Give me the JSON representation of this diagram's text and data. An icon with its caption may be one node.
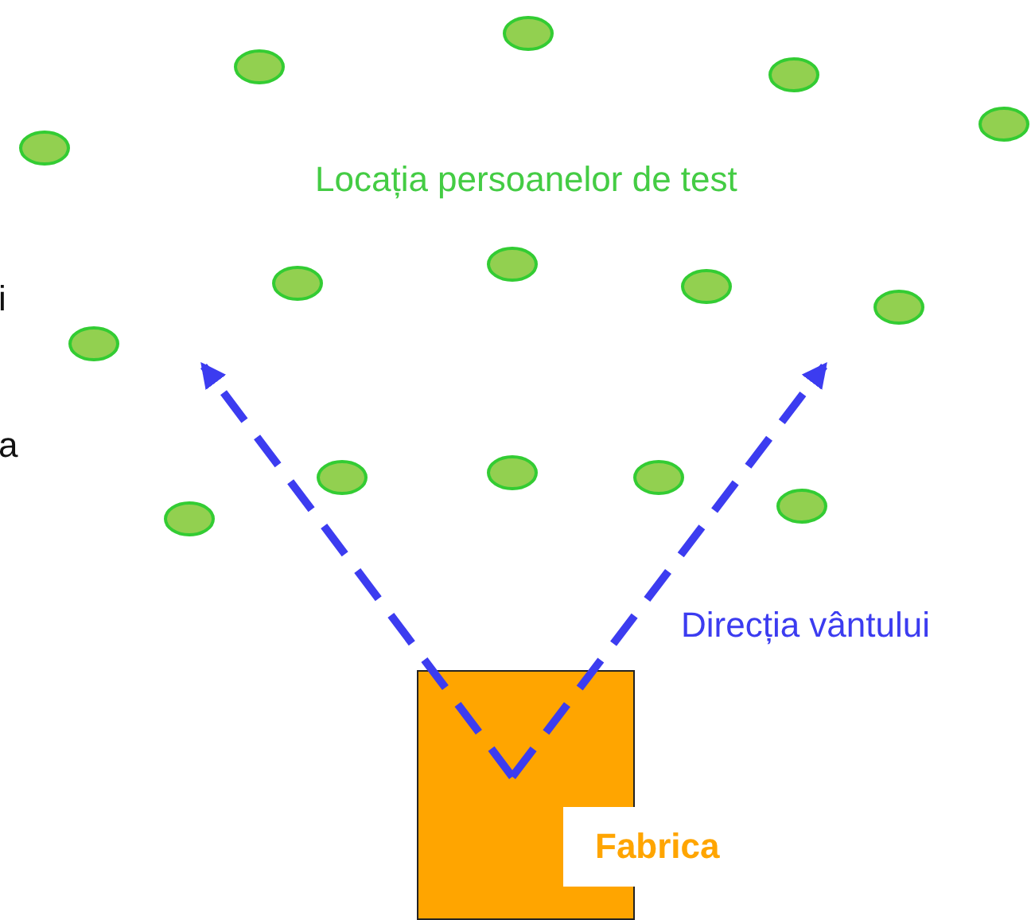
{
  "diagram": {
    "nodes": [
      {
        "text": [
          "Fabrica"
        ]
      }
    ],
    "labels": [
      "Locația persoanelor de test",
      "i",
      "a",
      "Direcția vântului"
    ]
  }
}
